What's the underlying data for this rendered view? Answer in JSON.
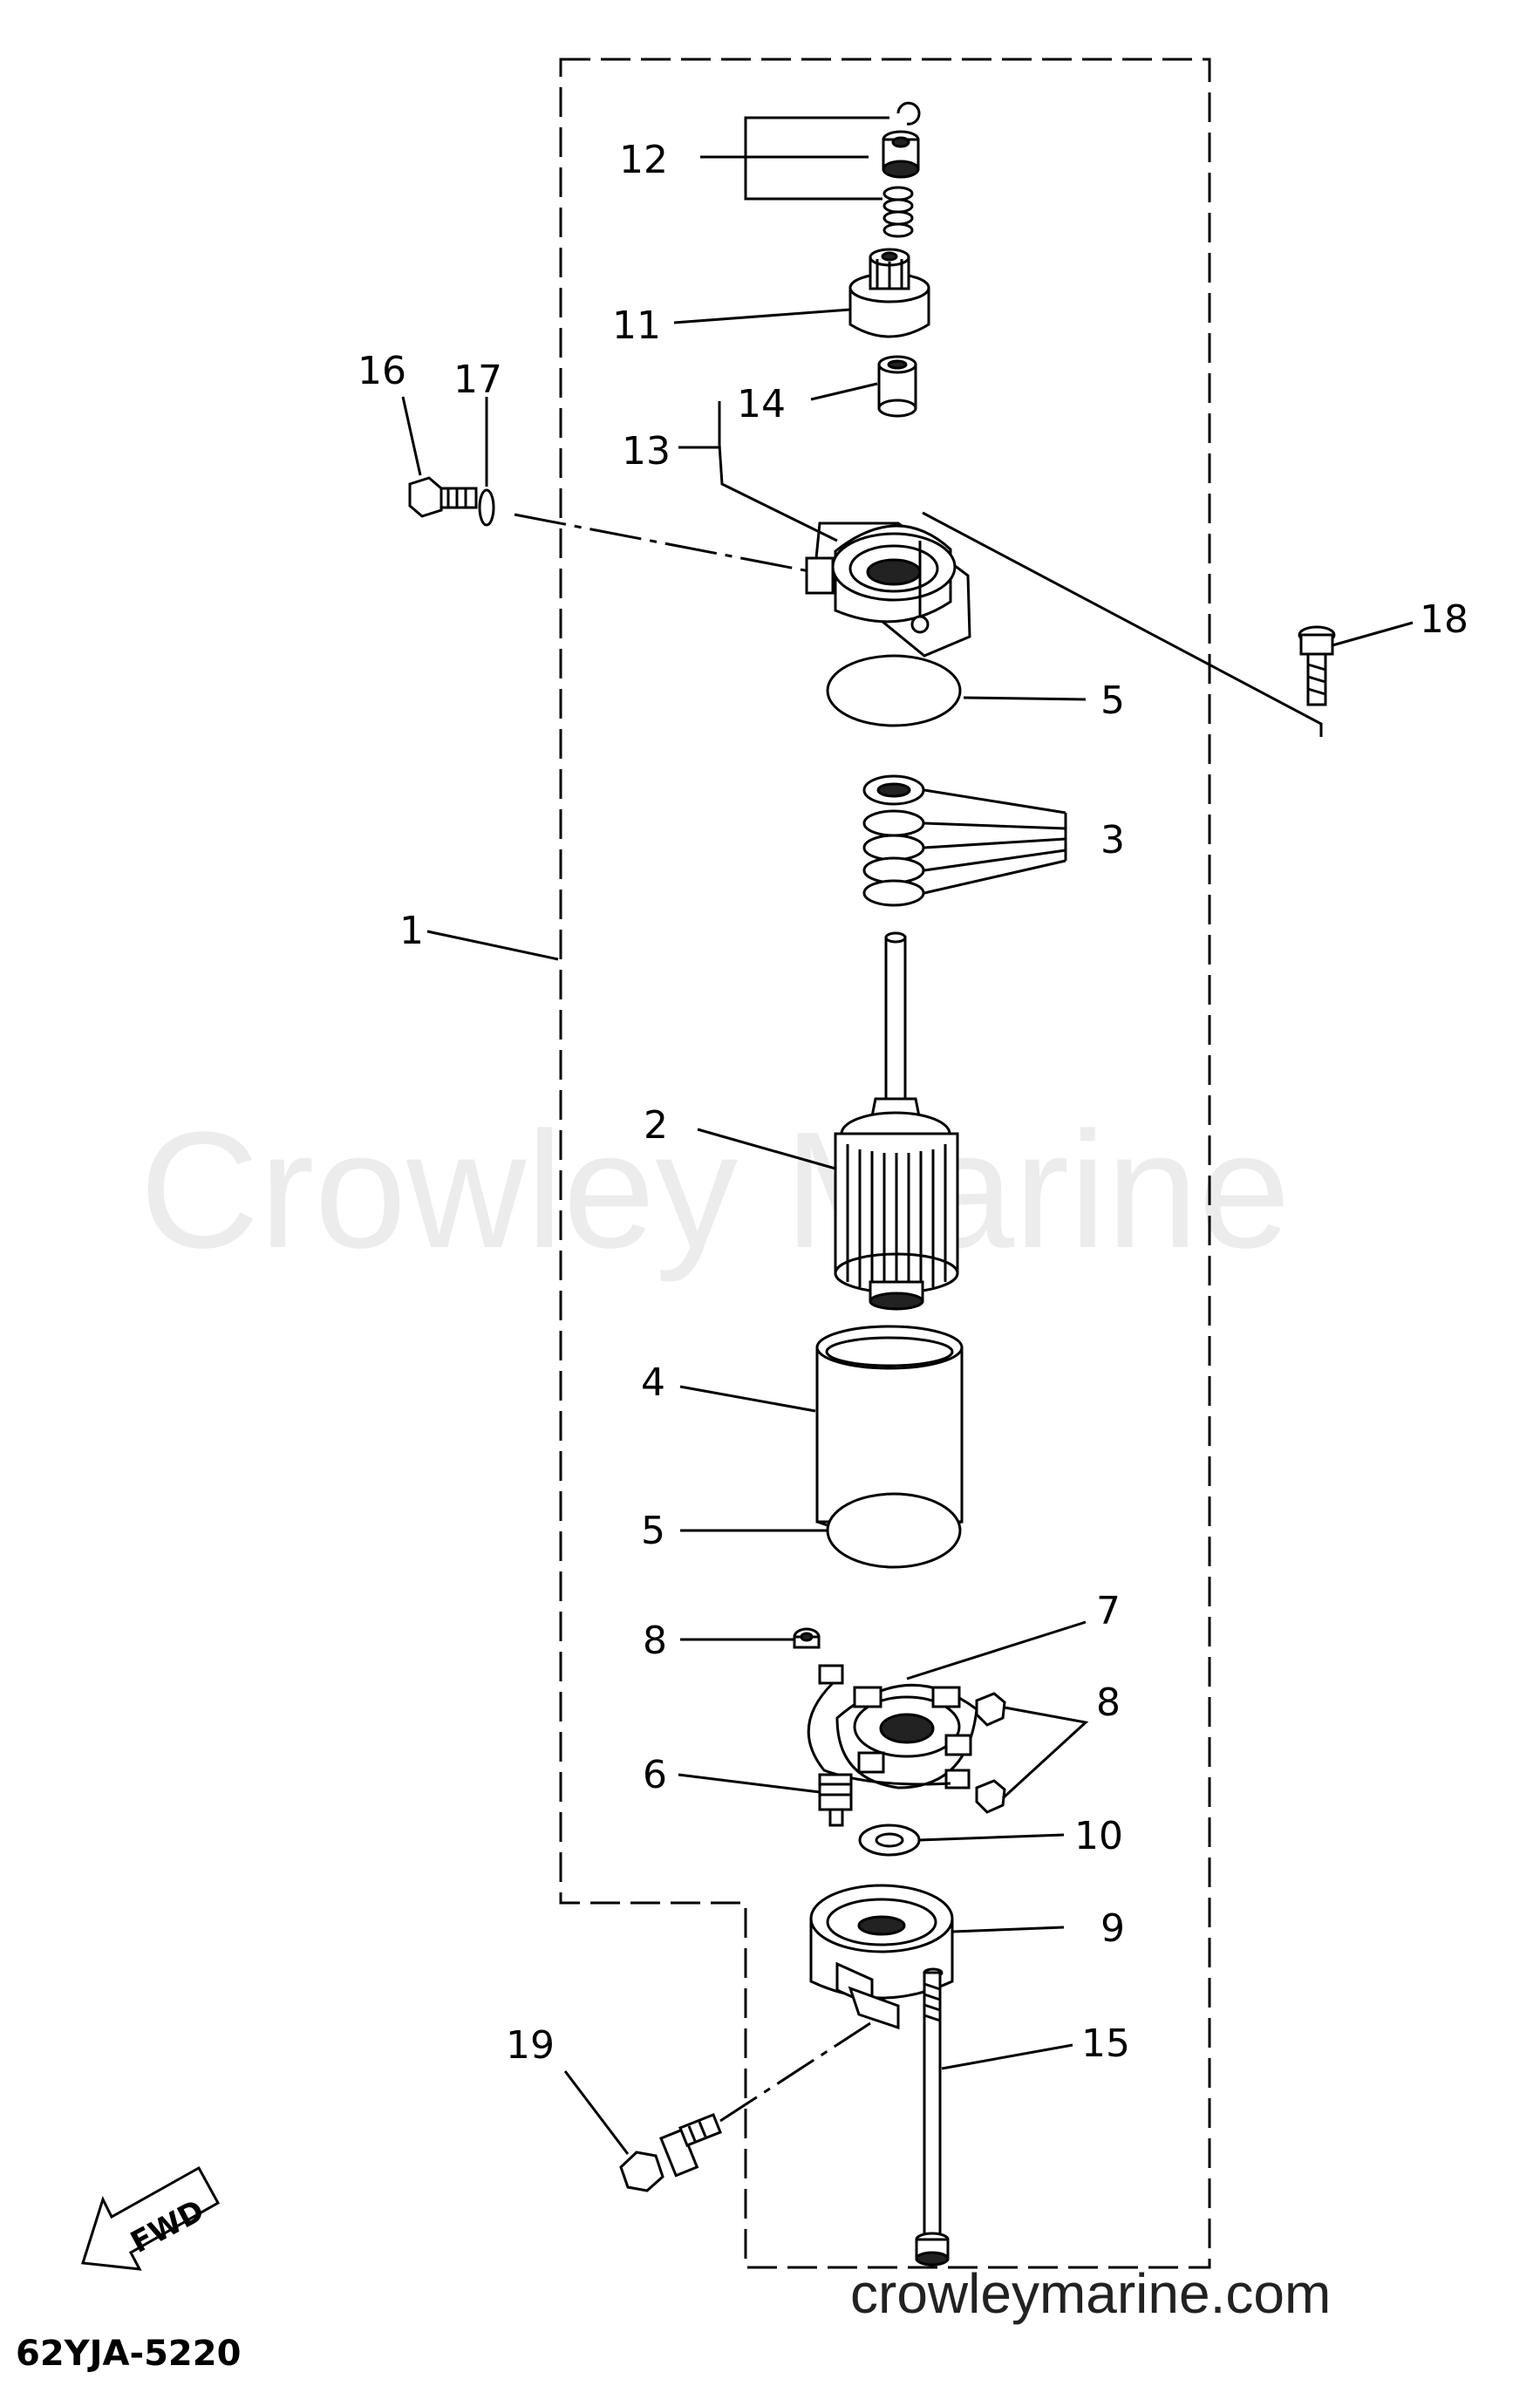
{
  "watermark": "Crowley Marine",
  "website": "crowleymarine.com",
  "diagram_code": "62YJA-5220",
  "direction_arrow": "FWD",
  "callouts": {
    "c1": "1",
    "c2": "2",
    "c3": "3",
    "c4": "4",
    "c5a": "5",
    "c5b": "5",
    "c6": "6",
    "c7": "7",
    "c8a": "8",
    "c8b": "8",
    "c9": "9",
    "c10": "10",
    "c11": "11",
    "c12": "12",
    "c13": "13",
    "c14": "14",
    "c15": "15",
    "c16": "16",
    "c17": "17",
    "c18": "18",
    "c19": "19"
  }
}
